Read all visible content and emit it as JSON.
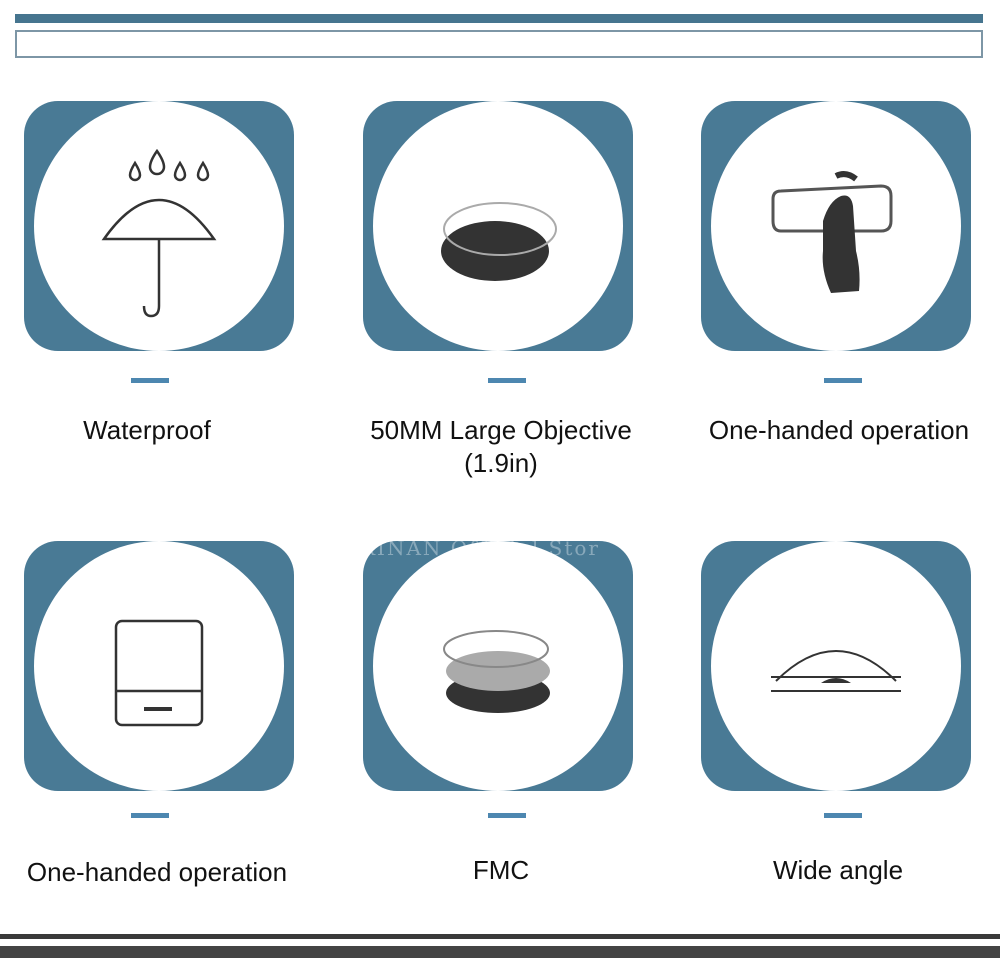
{
  "features": [
    {
      "label": "Waterproof",
      "icon": "umbrella-icon"
    },
    {
      "label": "50MM Large Objective",
      "sublabel": "(1.9in)",
      "icon": "lens-icon"
    },
    {
      "label": "One-handed operation",
      "icon": "hand-holding-icon"
    },
    {
      "label": "One-handed operation",
      "icon": "device-icon"
    },
    {
      "label": "FMC",
      "icon": "coated-lens-icon"
    },
    {
      "label": "Wide angle",
      "icon": "wide-angle-icon"
    }
  ],
  "watermark": "RINAN Official Stor",
  "colors": {
    "accent": "#497a95",
    "dash": "#4d87b0"
  }
}
